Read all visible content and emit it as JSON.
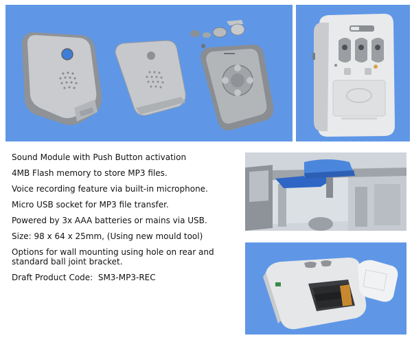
{
  "specs": [
    "Sound Module with Push Button activation",
    "4MB Flash memory to store MP3 files.",
    "Voice recording feature via built-in microphone.",
    "Micro USB socket for MP3 file transfer.",
    "Powered by 3x AAA batteries or mains via USB.",
    "Size: 98 x 64 x 25mm, (Using new mould tool)",
    "Options for wall mounting using hole on rear and standard ball joint bracket.",
    "Draft Product Code:  SM3-MP3-REC"
  ],
  "images": {
    "render_top_left": "Exploded render of sound module housing, lid and buttons",
    "render_top_right": "Rear view of sound module",
    "render_mid_right": "Cross-section of push button mechanism",
    "render_bot_right": "Sound module with battery cover open"
  },
  "colors": {
    "background_blue": "#5f97e6",
    "housing_grey": "#c9cbce",
    "button_blue": "#3d7fd8"
  }
}
